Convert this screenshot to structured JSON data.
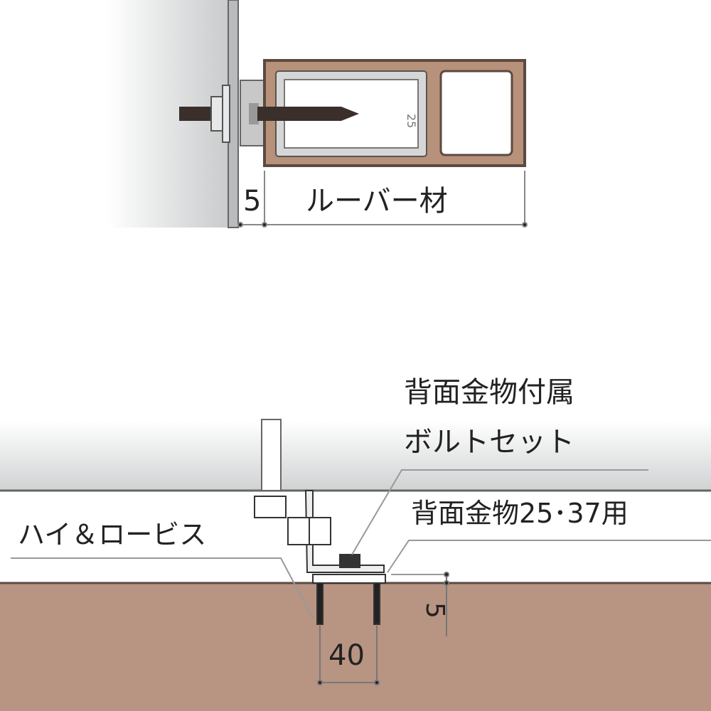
{
  "top_section": {
    "gap_dimension": "5",
    "louver_label": "ルーバー材"
  },
  "bottom_section": {
    "bolt_set_label_line1": "背面金物付属",
    "bolt_set_label_line2": "ボルトセット",
    "bracket_label": "背面金物25･37用",
    "screw_label": "ハイ＆ロービス",
    "spacing_dimension": "40",
    "height_dimension": "5"
  },
  "colors": {
    "louver": "#b8917a",
    "floor": "#b89482",
    "outline": "#5a4a42"
  }
}
